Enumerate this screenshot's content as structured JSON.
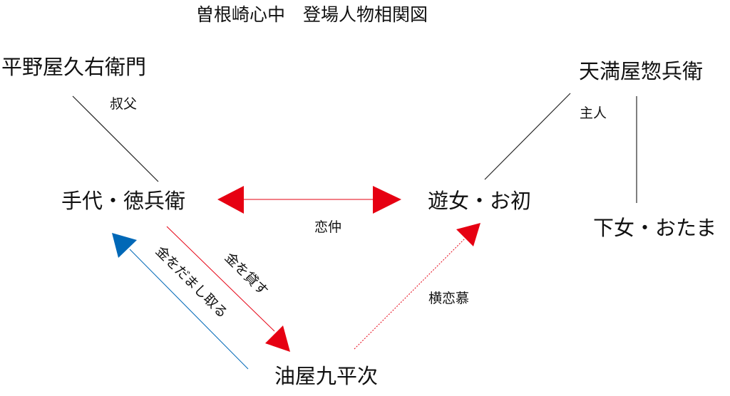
{
  "title": "曽根崎心中　登場人物相関図",
  "nodes": {
    "kuemon": "平野屋久右衛門",
    "tokubei": "手代・徳兵衛",
    "ohatsu": "遊女・お初",
    "sobei": "天満屋惣兵衛",
    "otama": "下女・おたま",
    "kuheiji": "油屋九平次"
  },
  "edges": [
    {
      "from": "kuemon",
      "to": "tokubei",
      "label": "叔父",
      "style": "line",
      "color": "#222222"
    },
    {
      "from": "sobei",
      "to": "ohatsu",
      "label": "主人",
      "style": "line",
      "color": "#222222"
    },
    {
      "from": "sobei",
      "to": "otama",
      "label": "",
      "style": "line",
      "color": "#444444"
    },
    {
      "from": "tokubei",
      "to": "ohatsu",
      "label": "恋仲",
      "style": "double-arrow",
      "color": "#e60012"
    },
    {
      "from": "tokubei",
      "to": "kuheiji",
      "label": "金を貸す",
      "style": "arrow",
      "color": "#e60012"
    },
    {
      "from": "kuheiji",
      "to": "tokubei",
      "label": "金をだまし取る",
      "style": "arrow",
      "color": "#0068b7"
    },
    {
      "from": "kuheiji",
      "to": "ohatsu",
      "label": "横恋慕",
      "style": "dashed-arrow",
      "color": "#e60012"
    }
  ],
  "colors": {
    "red": "#e60012",
    "blue": "#0068b7",
    "line": "#222222"
  }
}
